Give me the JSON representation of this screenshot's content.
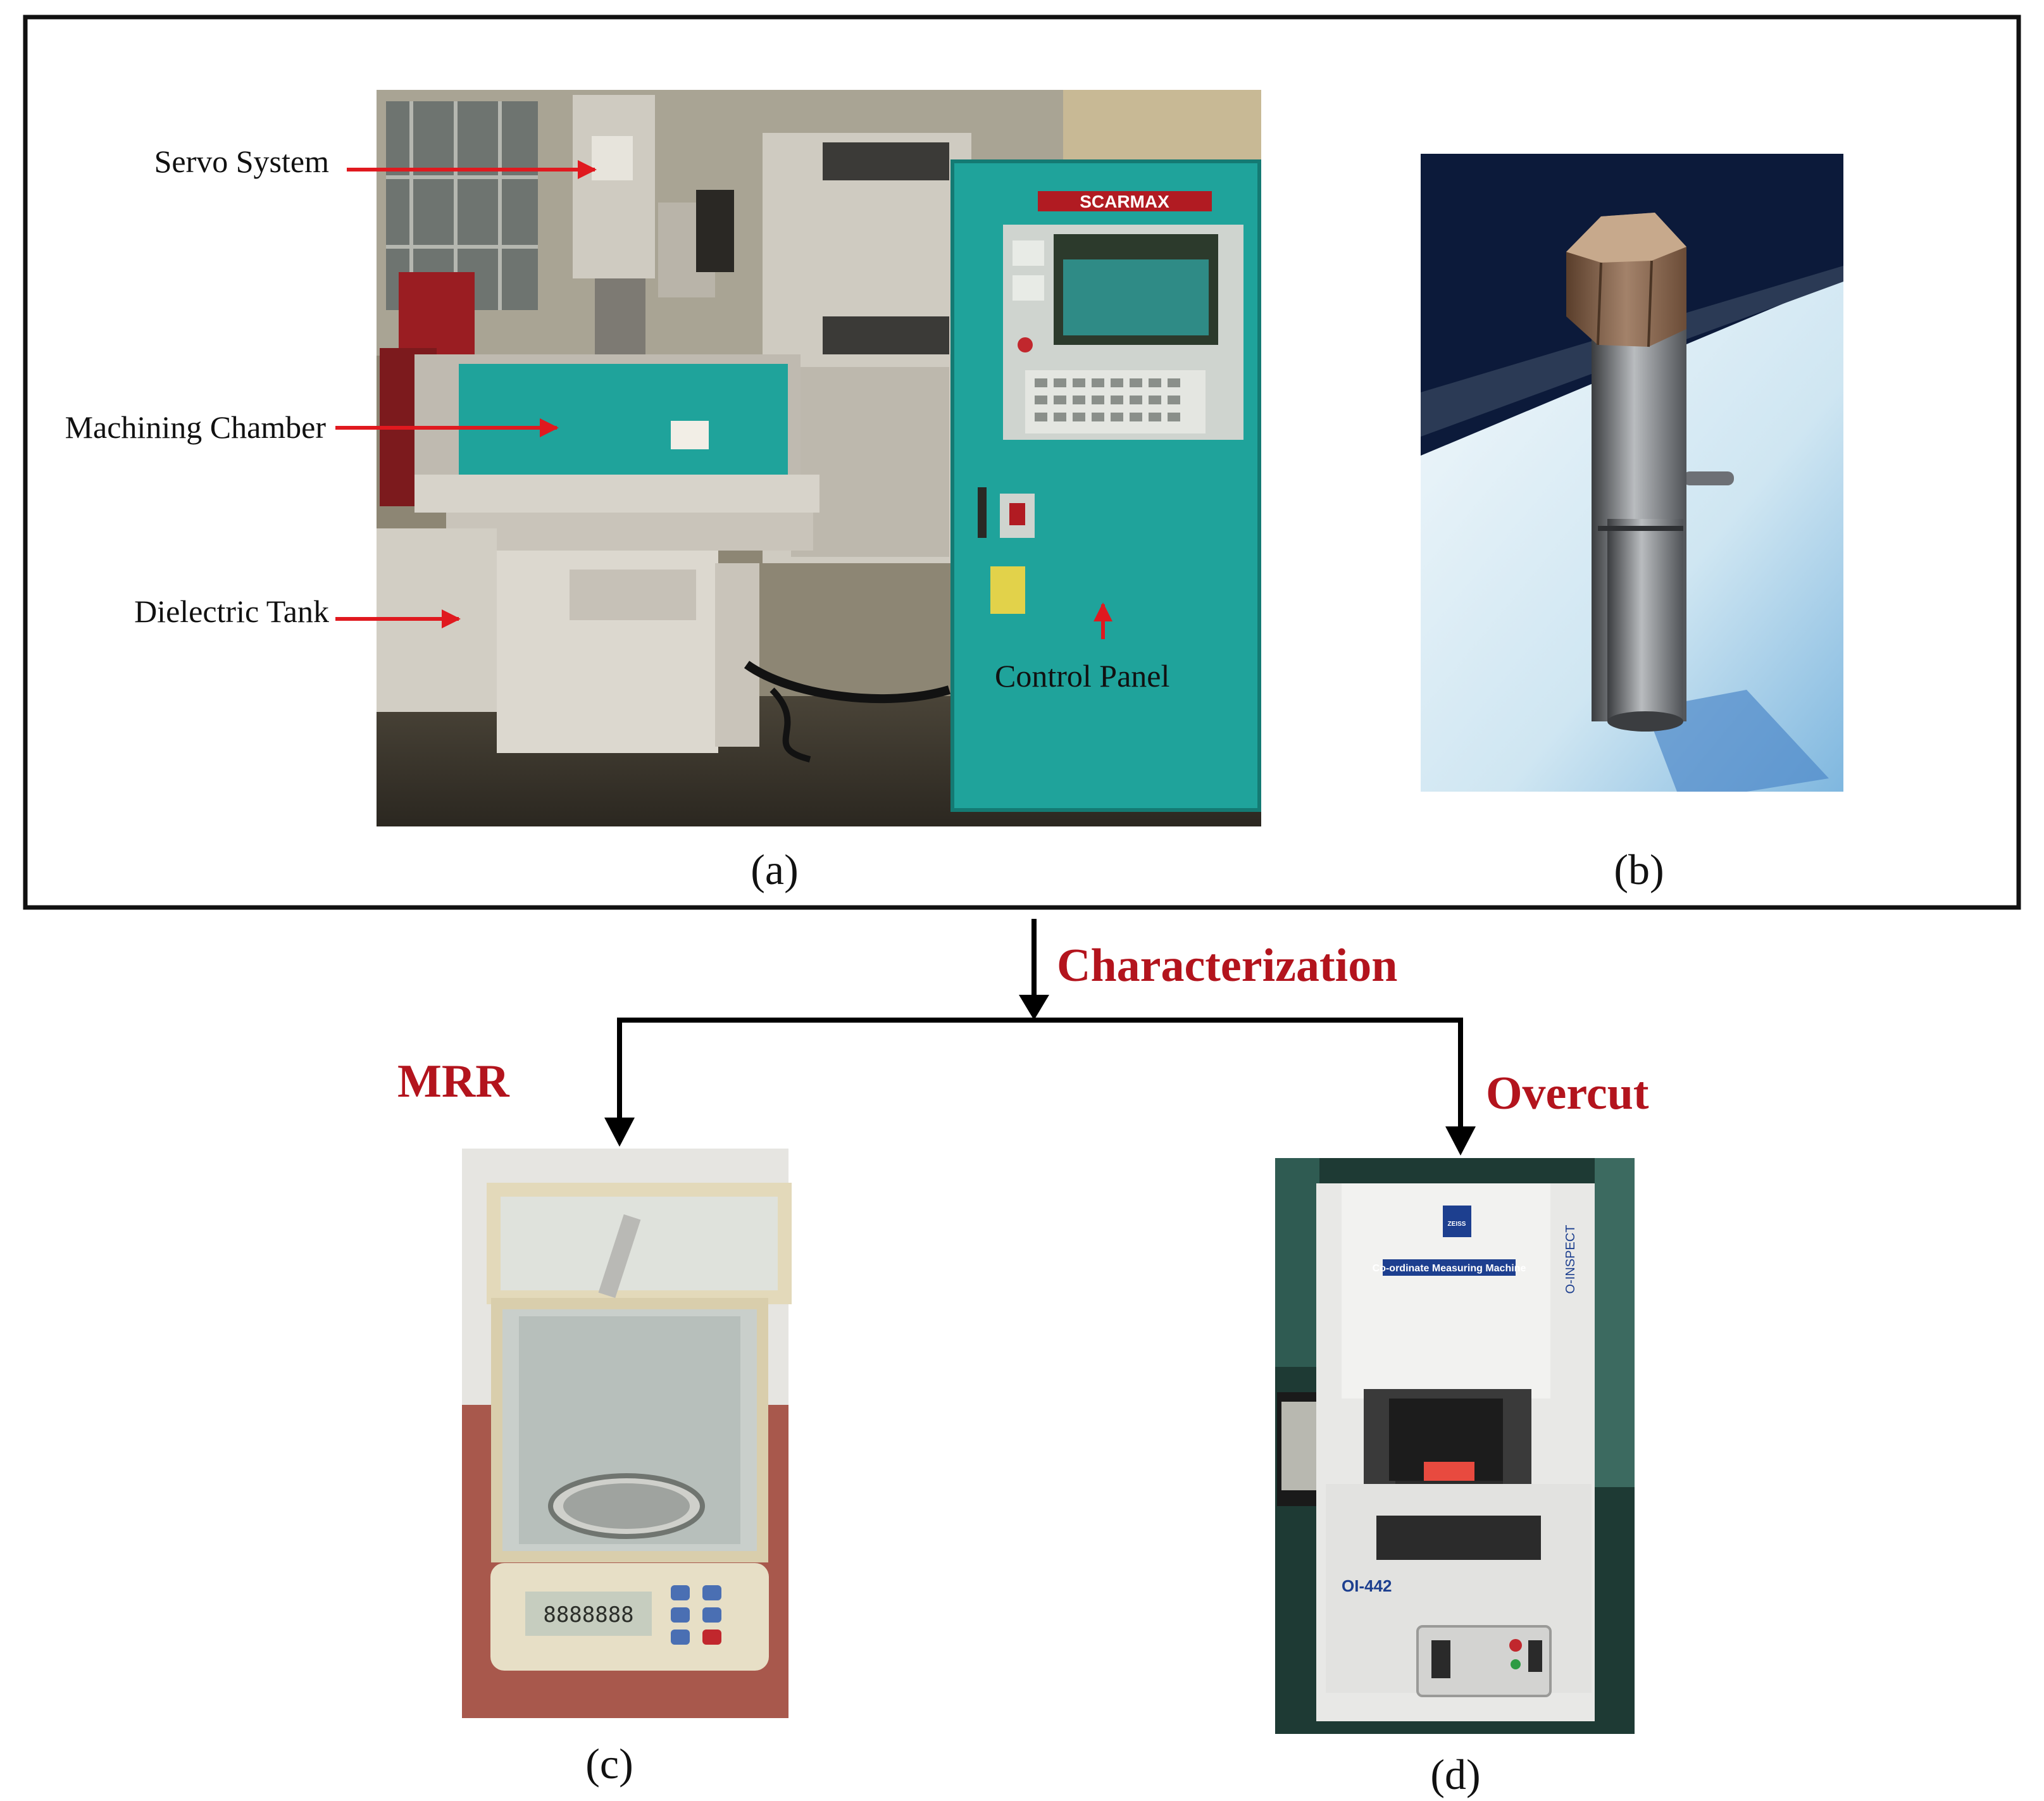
{
  "colors": {
    "accent_red": "#b3141d",
    "arrow_red": "#e0191f",
    "frame": "#111111",
    "edm_teal": "#1fa39b",
    "edm_grey": "#cfcbc1"
  },
  "panel_a": {
    "caption": "(a)",
    "labels": {
      "servo": "Servo System",
      "chamber": "Machining Chamber",
      "tank": "Dielectric Tank",
      "control": "Control Panel"
    },
    "brand": "SCARMAX"
  },
  "panel_b": {
    "caption": "(b)"
  },
  "flow": {
    "title": "Characterization",
    "left_label": "MRR",
    "right_label": "Overcut"
  },
  "panel_c": {
    "caption": "(c)",
    "display_text": "8888888"
  },
  "panel_d": {
    "caption": "(d)",
    "brand": "ZEISS",
    "banner": "Co-ordinate Measuring Machine",
    "side_text": "O-INSPECT",
    "model": "OI-442"
  },
  "icons": [
    "edm-machine-photo",
    "electrode-photo",
    "balance-photo",
    "cmm-photo"
  ]
}
